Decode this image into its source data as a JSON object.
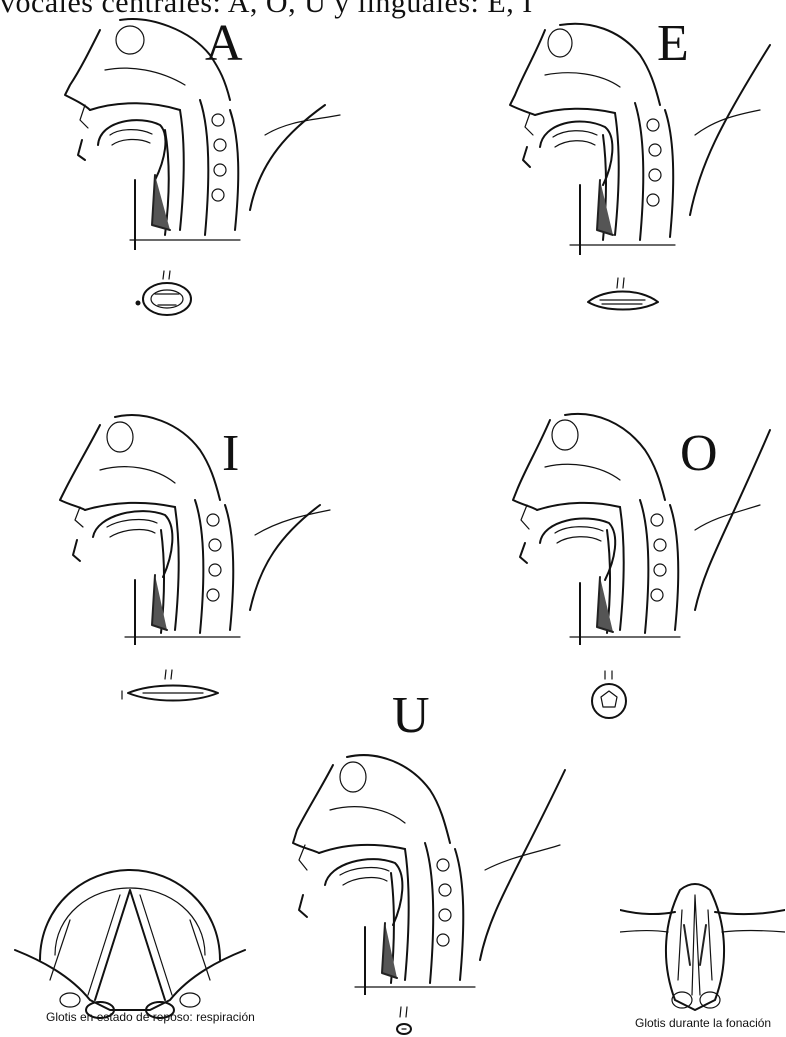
{
  "header": {
    "text": "vocales centrales: A, O, U y linguales: E, I"
  },
  "vowels": [
    {
      "letter": "A"
    },
    {
      "letter": "E"
    },
    {
      "letter": "I"
    },
    {
      "letter": "O"
    },
    {
      "letter": "U"
    }
  ],
  "captions": {
    "glottis_rest": "Glotis en estado de reposo: respiración",
    "glottis_phonation": "Glotis durante la fonación"
  }
}
